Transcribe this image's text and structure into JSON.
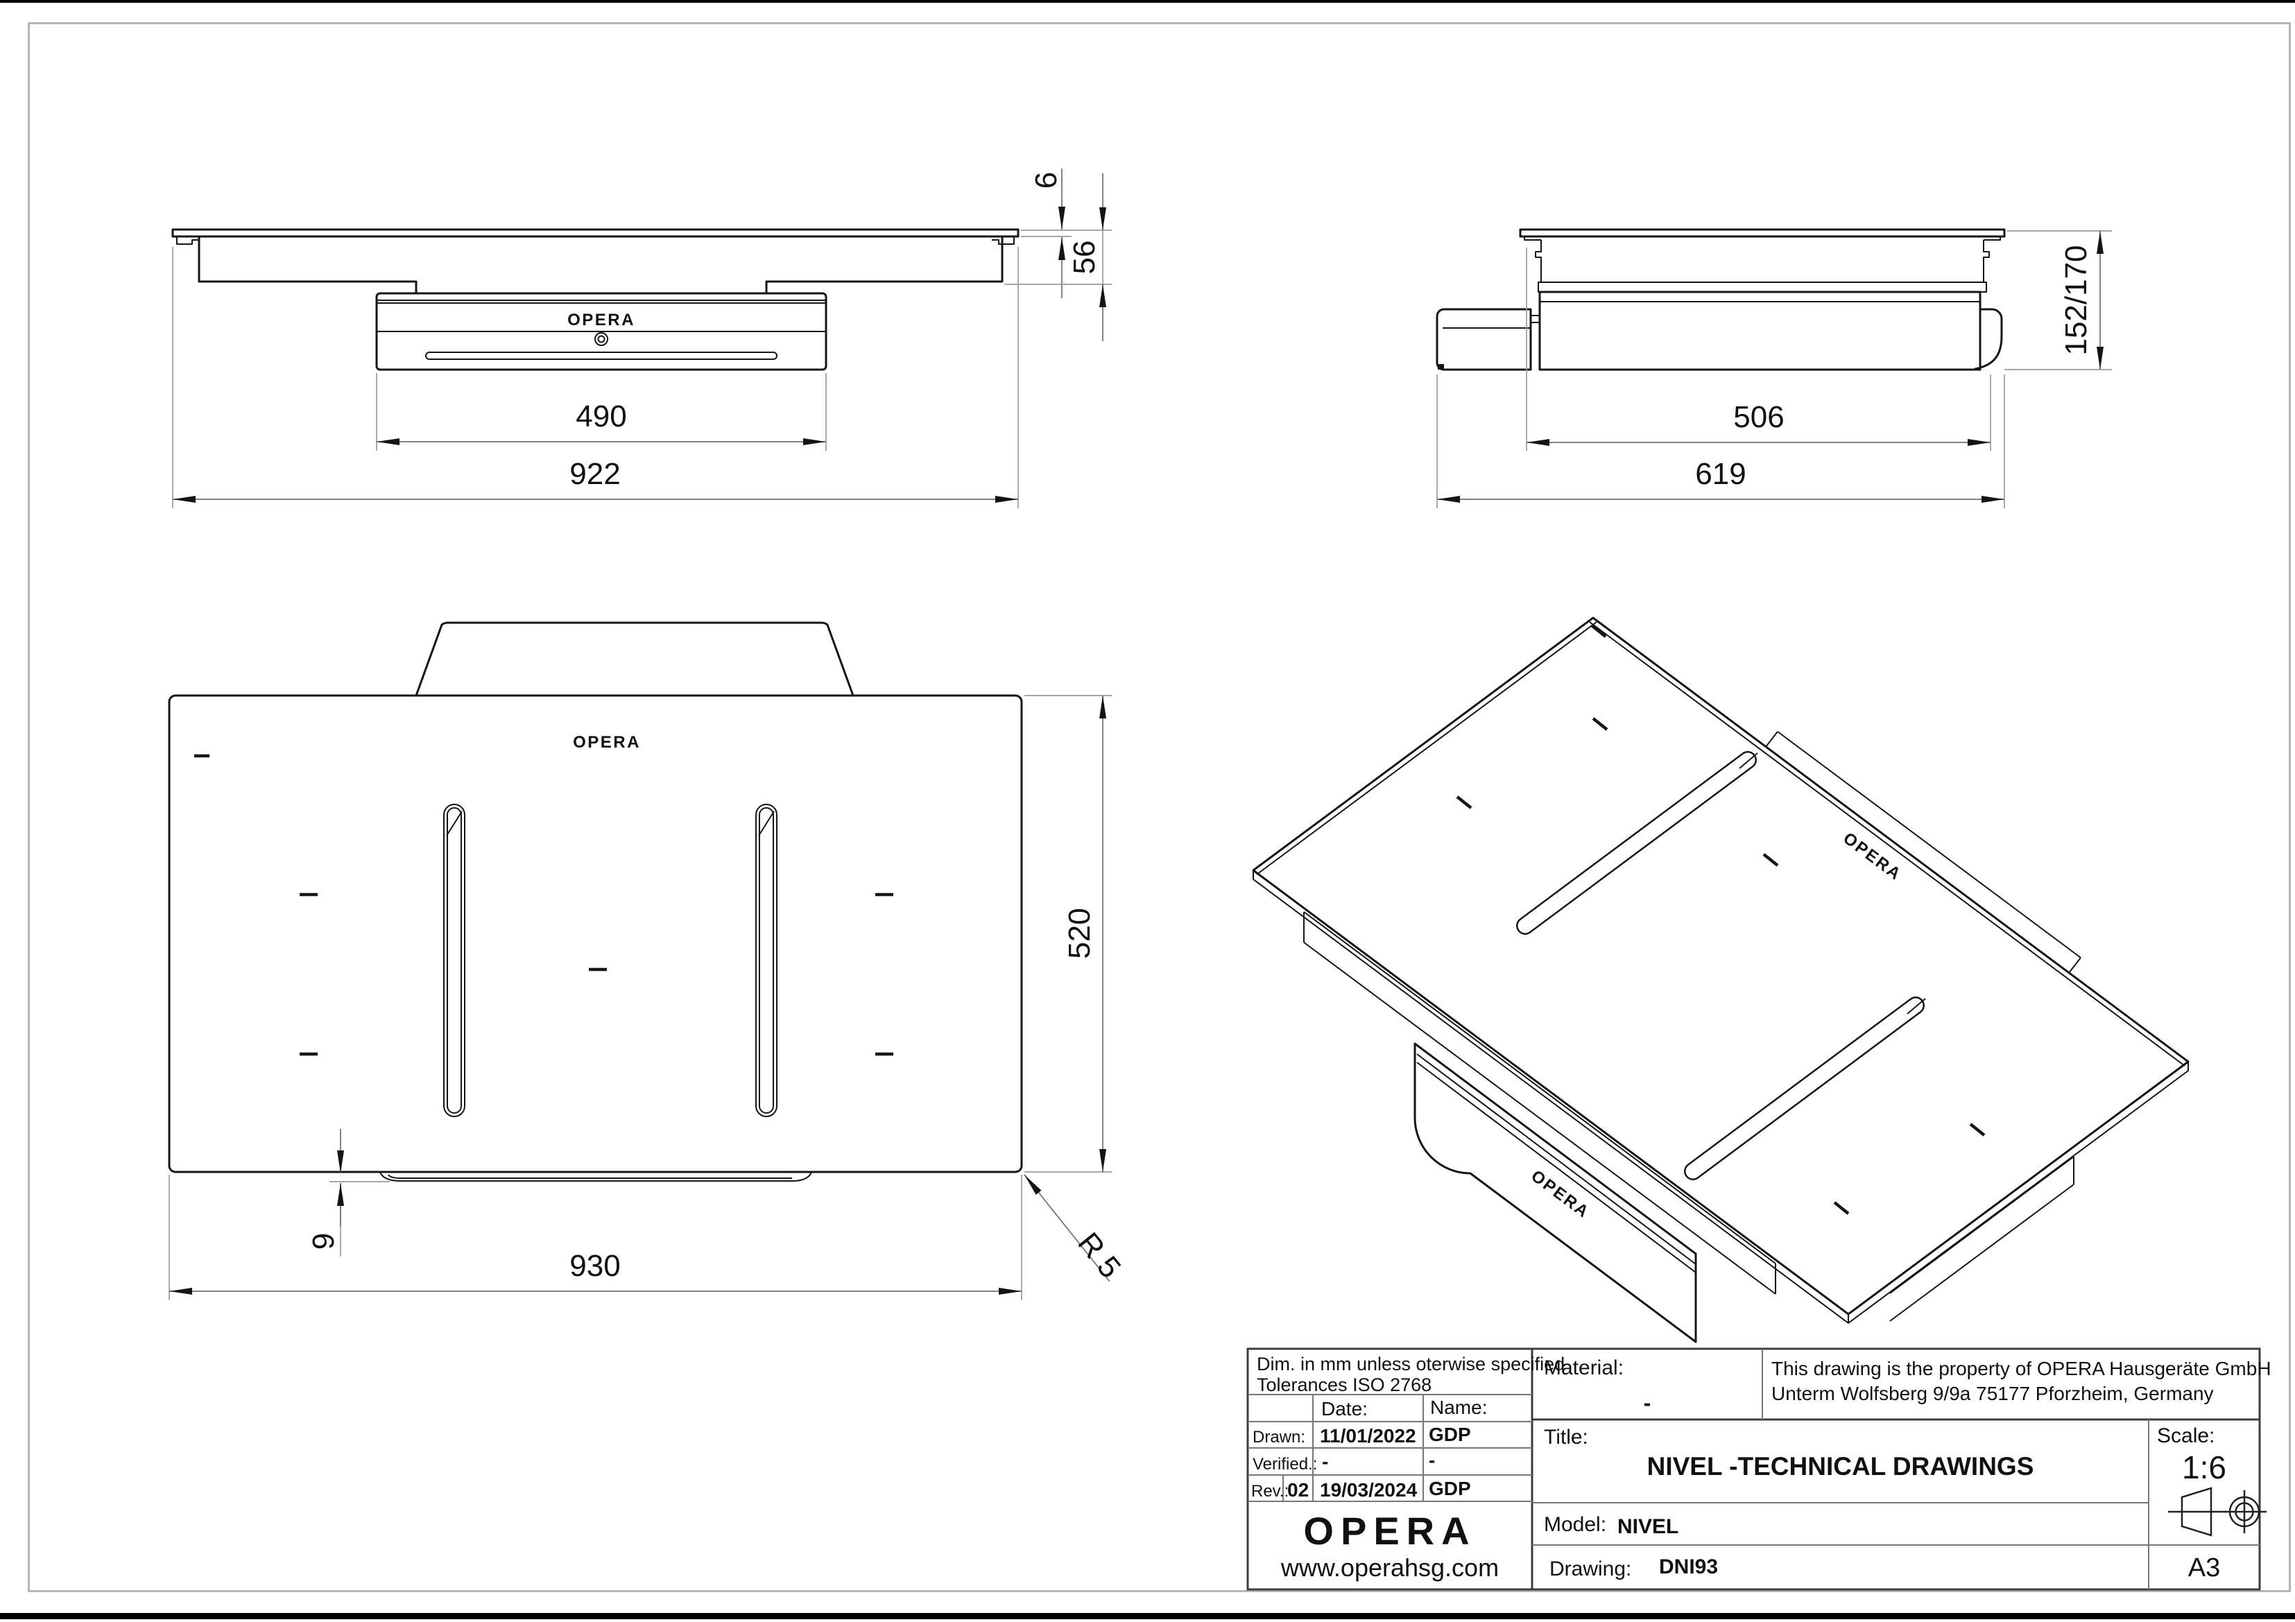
{
  "drawing": {
    "views": {
      "front": {
        "logo": "OPERA",
        "dim_overall_width": "922",
        "dim_motor_width": "490",
        "dim_glass_thickness": "6",
        "dim_body_depth": "56"
      },
      "side": {
        "dim_inner_depth": "506",
        "dim_overall_depth": "619",
        "dim_height_range": "152/170"
      },
      "top": {
        "logo": "OPERA",
        "dim_overall_width": "930",
        "dim_overall_depth": "520",
        "dim_drawer_offset": "9",
        "dim_corner_radius": "R 5"
      },
      "iso": {
        "logo_top": "OPERA",
        "logo_front": "OPERA"
      }
    },
    "title_block": {
      "note_line1": "Dim. in mm unless oterwise specified",
      "note_line2": "Tolerances ISO 2768",
      "col_date": "Date:",
      "col_name": "Name:",
      "row_drawn_label": "Drawn:",
      "row_drawn_date": "11/01/2022",
      "row_drawn_name": "GDP",
      "row_verified_label": "Verified.:",
      "row_verified_date": "-",
      "row_verified_name": "-",
      "row_rev_label": "Rev.:",
      "row_rev_value": "02",
      "row_rev_date": "19/03/2024",
      "row_rev_name": "GDP",
      "logo": "OPERA",
      "website": "www.operahsg.com",
      "material_label": "Material:",
      "material_value": "-",
      "property_line1": "This drawing is the property of OPERA Hausgeräte GmbH",
      "property_line2": "Unterm Wolfsberg 9/9a 75177 Pforzheim, Germany",
      "title_label": "Title:",
      "title_value": "NIVEL -TECHNICAL DRAWINGS",
      "model_label": "Model:",
      "model_value": "NIVEL",
      "drawing_label": "Drawing:",
      "drawing_value": "DNI93",
      "scale_label": "Scale:",
      "scale_value": "1:6",
      "sheet_size": "A3"
    }
  }
}
